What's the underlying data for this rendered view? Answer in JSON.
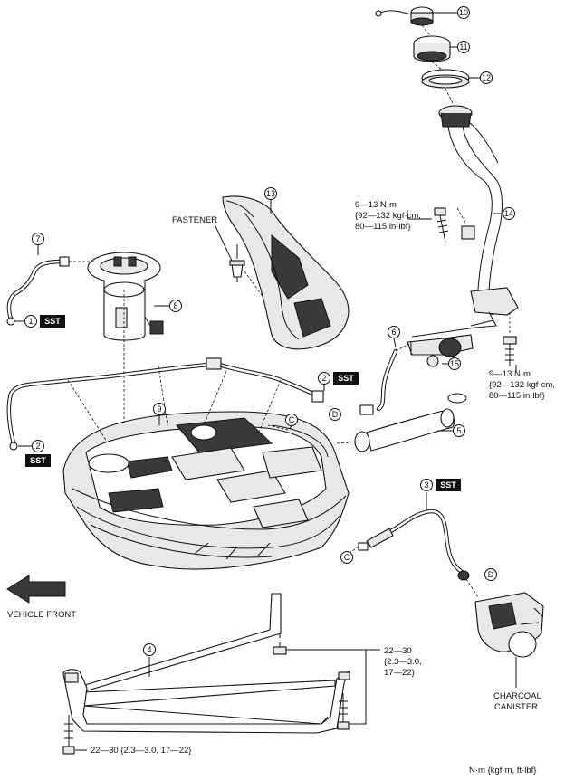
{
  "labels": {
    "fastener": "FASTENER",
    "vehicle_front": "VEHICLE FRONT",
    "charcoal_canister_1": "CHARCOAL",
    "charcoal_canister_2": "CANISTER",
    "units": "N·m {kgf·m, ft·lbf}",
    "sst": "SST"
  },
  "torque": {
    "filler_upper": [
      "9—13 N·m",
      "{92—132 kgf·cm,",
      "80—115 in·lbf}"
    ],
    "filler_lower": [
      "9—13 N·m",
      "{92—132 kgf·cm,",
      "80—115 in·lbf}"
    ],
    "strap_right": [
      "22—30",
      "{2.3—3.0,",
      "17—22}"
    ],
    "strap_bottom": "22—30 {2.3—3.0, 17—22}"
  },
  "callouts": {
    "c1": "1",
    "c2a": "2",
    "c2b": "2",
    "c3": "3",
    "c4": "4",
    "c5": "5",
    "c6": "6",
    "c7": "7",
    "c8": "8",
    "c9": "9",
    "c10": "10",
    "c11": "11",
    "c12": "12",
    "c13": "13",
    "c14": "14",
    "c15": "15",
    "cC1": "C",
    "cC2": "C",
    "cD1": "D",
    "cD2": "D"
  }
}
